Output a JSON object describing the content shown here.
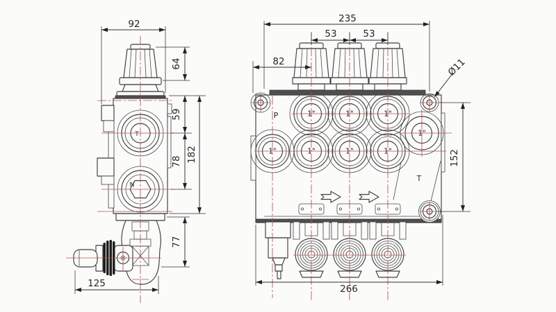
{
  "colors": {
    "background": "#fbfbfa",
    "line": "#3e3e3e",
    "centerline_red": "#b5524a",
    "dimension_text": "#262626"
  },
  "side_view": {
    "dims": {
      "overall_width": "92",
      "knob_height": "64",
      "top_to_t_port": "59",
      "body_height": "182",
      "port_spacing": "78",
      "lever_section_height": "77",
      "lever_length": "125"
    },
    "labels": {
      "t_port": "T",
      "n_plug": "N"
    }
  },
  "front_view": {
    "dims": {
      "top_width": "235",
      "spool_pitch_left": "53",
      "spool_pitch_right": "53",
      "inlet_offset": "82",
      "mounting_hole_diameter": "Ø11",
      "mounting_hole_spacing": "152",
      "bottom_width": "266"
    },
    "labels": {
      "pressure_port": "P",
      "tank_port": "T",
      "port_size": "1\""
    }
  }
}
